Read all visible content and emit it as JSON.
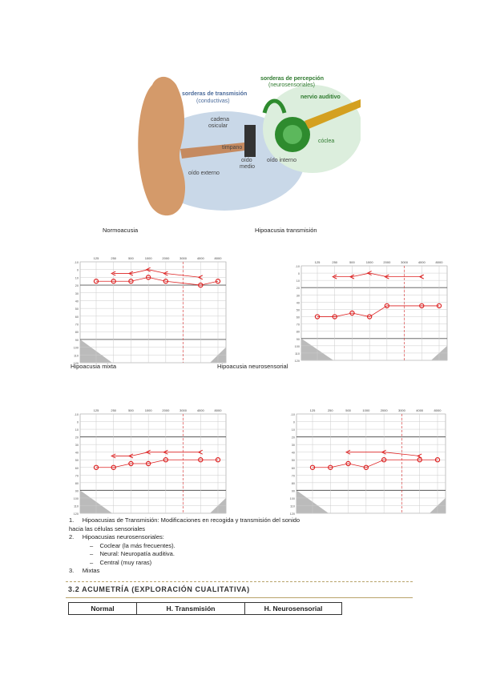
{
  "ear": {
    "label_transmission": "sorderas de transmisión",
    "label_transmission_sub": "(conductivas)",
    "label_perception": "sorderas de percepción",
    "label_perception_sub": "(neurosensoriales)",
    "label_nerve": "nervio auditivo",
    "label_chain": "cadena",
    "label_chain2": "osicular",
    "label_cochlea": "cóclea",
    "label_tympanum": "tímpano",
    "label_middle": "oído",
    "label_middle2": "medio",
    "label_outer": "oído externo",
    "label_inner": "oído interno"
  },
  "captions": {
    "normoacusia": "Normoacusia",
    "transmision": "Hipoacusia transmisión",
    "mixta": "Hipoacusia mixta",
    "neurosensorial": "Hipoacusia neurosensorial"
  },
  "audiogram": {
    "freqs": [
      "125",
      "250",
      "500",
      "1000",
      "2000",
      "3000",
      "4000",
      "8000"
    ],
    "dbs": [
      "-10",
      "0",
      "10",
      "20",
      "30",
      "40",
      "50",
      "60",
      "70",
      "80",
      "90",
      "100",
      "110",
      "120"
    ]
  },
  "chart_data": [
    {
      "type": "line",
      "title": "Normoacusia",
      "x": [
        "125",
        "250",
        "500",
        "1000",
        "2000",
        "3000",
        "4000",
        "8000"
      ],
      "series": [
        {
          "values": [
            15,
            15,
            15,
            10,
            15,
            null,
            20,
            15
          ]
        },
        {
          "values": [
            null,
            5,
            5,
            0,
            5,
            null,
            10,
            null
          ]
        }
      ],
      "ylim": [
        -10,
        120
      ]
    },
    {
      "type": "line",
      "title": "Hipoacusia transmisión",
      "x": [
        "125",
        "250",
        "500",
        "1000",
        "2000",
        "3000",
        "4000",
        "8000"
      ],
      "series": [
        {
          "values": [
            60,
            60,
            55,
            60,
            45,
            null,
            45,
            45
          ]
        },
        {
          "values": [
            null,
            5,
            5,
            0,
            5,
            null,
            5,
            null
          ]
        }
      ],
      "ylim": [
        -10,
        120
      ]
    },
    {
      "type": "line",
      "title": "Hipoacusia mixta",
      "x": [
        "125",
        "250",
        "500",
        "1000",
        "2000",
        "3000",
        "4000",
        "8000"
      ],
      "series": [
        {
          "values": [
            60,
            60,
            55,
            55,
            50,
            null,
            50,
            50
          ]
        },
        {
          "values": [
            null,
            45,
            45,
            40,
            40,
            null,
            40,
            null
          ]
        }
      ],
      "ylim": [
        -10,
        120
      ]
    },
    {
      "type": "line",
      "title": "Hipoacusia neurosensorial",
      "x": [
        "125",
        "250",
        "500",
        "1000",
        "2000",
        "3000",
        "4000",
        "8000"
      ],
      "series": [
        {
          "values": [
            60,
            60,
            55,
            60,
            50,
            null,
            50,
            50
          ]
        },
        {
          "values": [
            null,
            null,
            40,
            null,
            40,
            null,
            45,
            null
          ]
        }
      ],
      "ylim": [
        -10,
        120
      ]
    }
  ],
  "list": [
    {
      "num": "1.",
      "text": "Hipoacusias de Transmisión: Modificaciones en recogida y transmisión del sonido hacia las células sensoriales"
    },
    {
      "num": "2.",
      "text": "Hipoacusias neurosensoriales:"
    },
    {
      "num": "–",
      "text": "Coclear (la más frecuentes).",
      "sub": true
    },
    {
      "num": "–",
      "text": "Neural: Neuropatía auditiva.",
      "sub": true
    },
    {
      "num": "–",
      "text": "Central (muy raras)",
      "sub": true
    },
    {
      "num": "3.",
      "text": "Mixtas"
    }
  ],
  "section": {
    "title": "3.2 ACUMETRÍA (EXPLORACIÓN CUALITATIVA)"
  },
  "table": {
    "headers": [
      "Normal",
      "H. Transmisión",
      "H. Neurosensorial"
    ]
  }
}
